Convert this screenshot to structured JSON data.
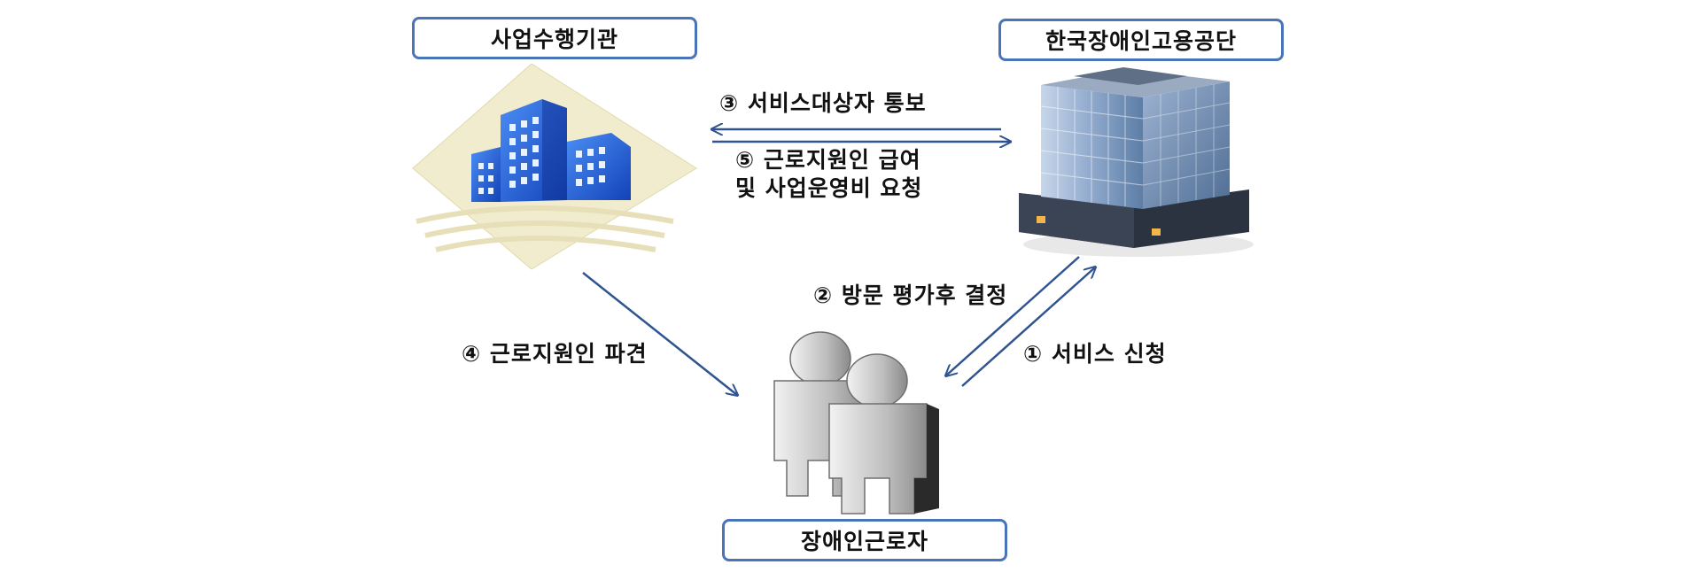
{
  "nodes": {
    "agency": {
      "label": "사업수행기관"
    },
    "kead": {
      "label": "한국장애인고용공단"
    },
    "worker": {
      "label": "장애인근로자"
    }
  },
  "steps": {
    "step1": "① 서비스 신청",
    "step2": "② 방문 평가후 결정",
    "step3": "③ 서비스대상자 통보",
    "step4": "④ 근로지원인 파견",
    "step5_line1": "⑤ 근로지원인 급여",
    "step5_line2": "및 사업운영비 요청"
  },
  "colors": {
    "box_border": "#4a74b8",
    "arrow": "#2f5491",
    "building_blue": "#1e5fd8",
    "office_glass": "#7f9fc4",
    "people_gray": "#bdbdbd"
  },
  "icons": {
    "agency": "city-buildings-icon",
    "kead": "office-tower-icon",
    "worker": "people-icon"
  }
}
